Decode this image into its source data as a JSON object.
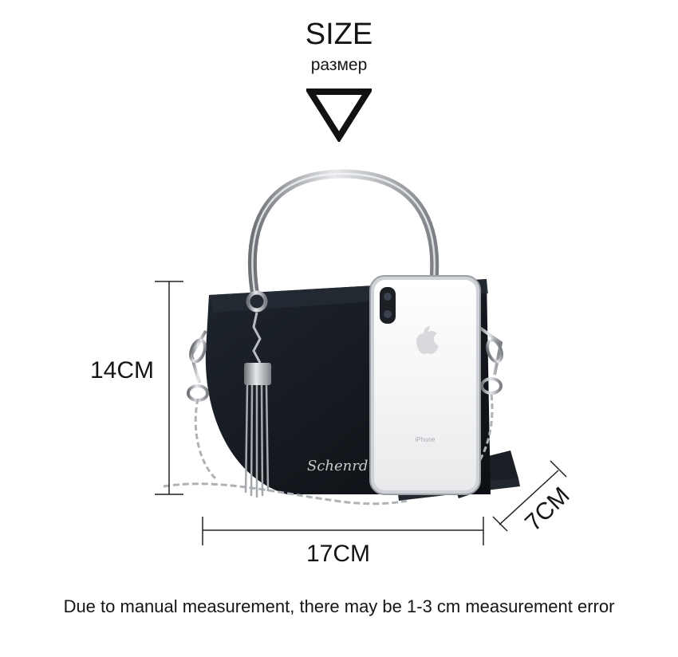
{
  "header": {
    "title": "SIZE",
    "subtitle": "размер",
    "arrow_icon": "down-triangle-outline"
  },
  "dimensions": {
    "height": "14CM",
    "width": "17CM",
    "depth": "7CM"
  },
  "product": {
    "phone_label": "iPhone",
    "bag_color": "#15191f",
    "metal_color": "#b9bcc1"
  },
  "footnote": "Due to manual measurement, there may be 1-3 cm measurement error"
}
